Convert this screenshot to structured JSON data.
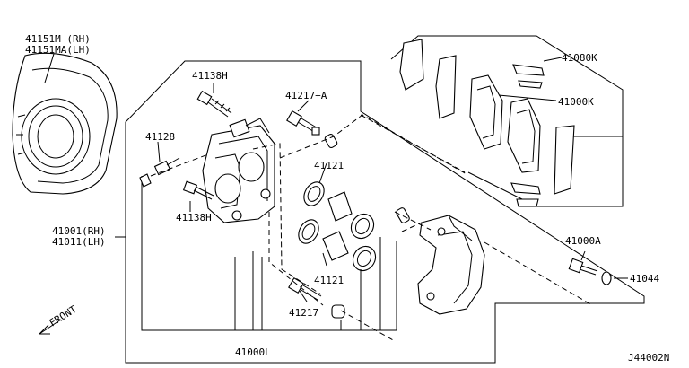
{
  "labels": {
    "splash_rh": "41151M (RH)",
    "splash_lh": "41151MA(LH)",
    "bolt_upper": "41138H",
    "bolt_lower": "41138H",
    "bleeder": "41128",
    "pin_upper": "41217+A",
    "pin_lower": "41217",
    "seal_upper": "41121",
    "seal_lower": "41121",
    "caliper_rh": "41001(RH)",
    "caliper_lh": "41011(LH)",
    "caliper_kit": "41000L",
    "hardware_kit": "41080K",
    "pad_kit": "41000K",
    "mount_bolt": "41000A",
    "washer": "41044",
    "front": "FRONT",
    "diagram_code": "J44002N"
  }
}
